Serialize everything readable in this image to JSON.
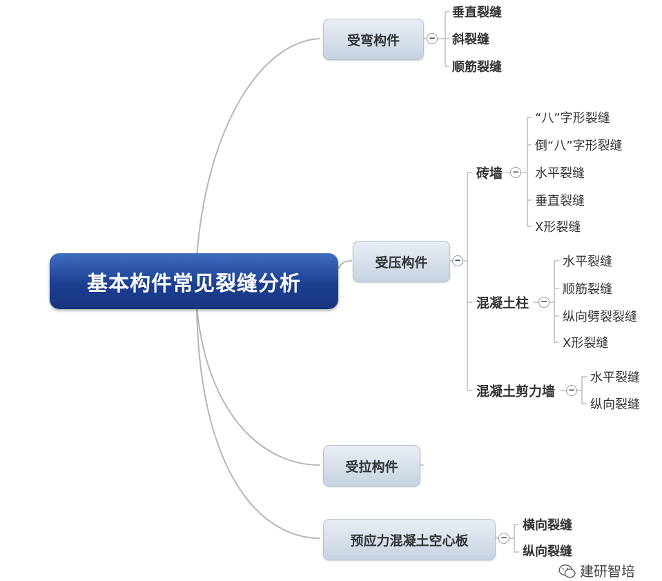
{
  "root": {
    "label": "基本构件常见裂缝分析"
  },
  "branches": [
    {
      "label": "受弯构件",
      "children": [
        "垂直裂缝",
        "斜裂缝",
        "顺筋裂缝"
      ]
    },
    {
      "label": "受压构件",
      "groups": [
        {
          "label": "砖墙",
          "children": [
            "“八”字形裂缝",
            "倒“八”字形裂缝",
            "水平裂缝",
            "垂直裂缝",
            "X形裂缝"
          ]
        },
        {
          "label": "混凝土柱",
          "children": [
            "水平裂缝",
            "顺筋裂缝",
            "纵向劈裂裂缝",
            "X形裂缝"
          ]
        },
        {
          "label": "混凝土剪力墙",
          "children": [
            "水平裂缝",
            "纵向裂缝"
          ]
        }
      ]
    },
    {
      "label": "受拉构件"
    },
    {
      "label": "预应力混凝土空心板",
      "children": [
        "横向裂缝",
        "纵向裂缝"
      ]
    }
  ],
  "toggle_symbol": "−",
  "watermark": {
    "text": "建研智培",
    "icon": "wechat-icon"
  }
}
